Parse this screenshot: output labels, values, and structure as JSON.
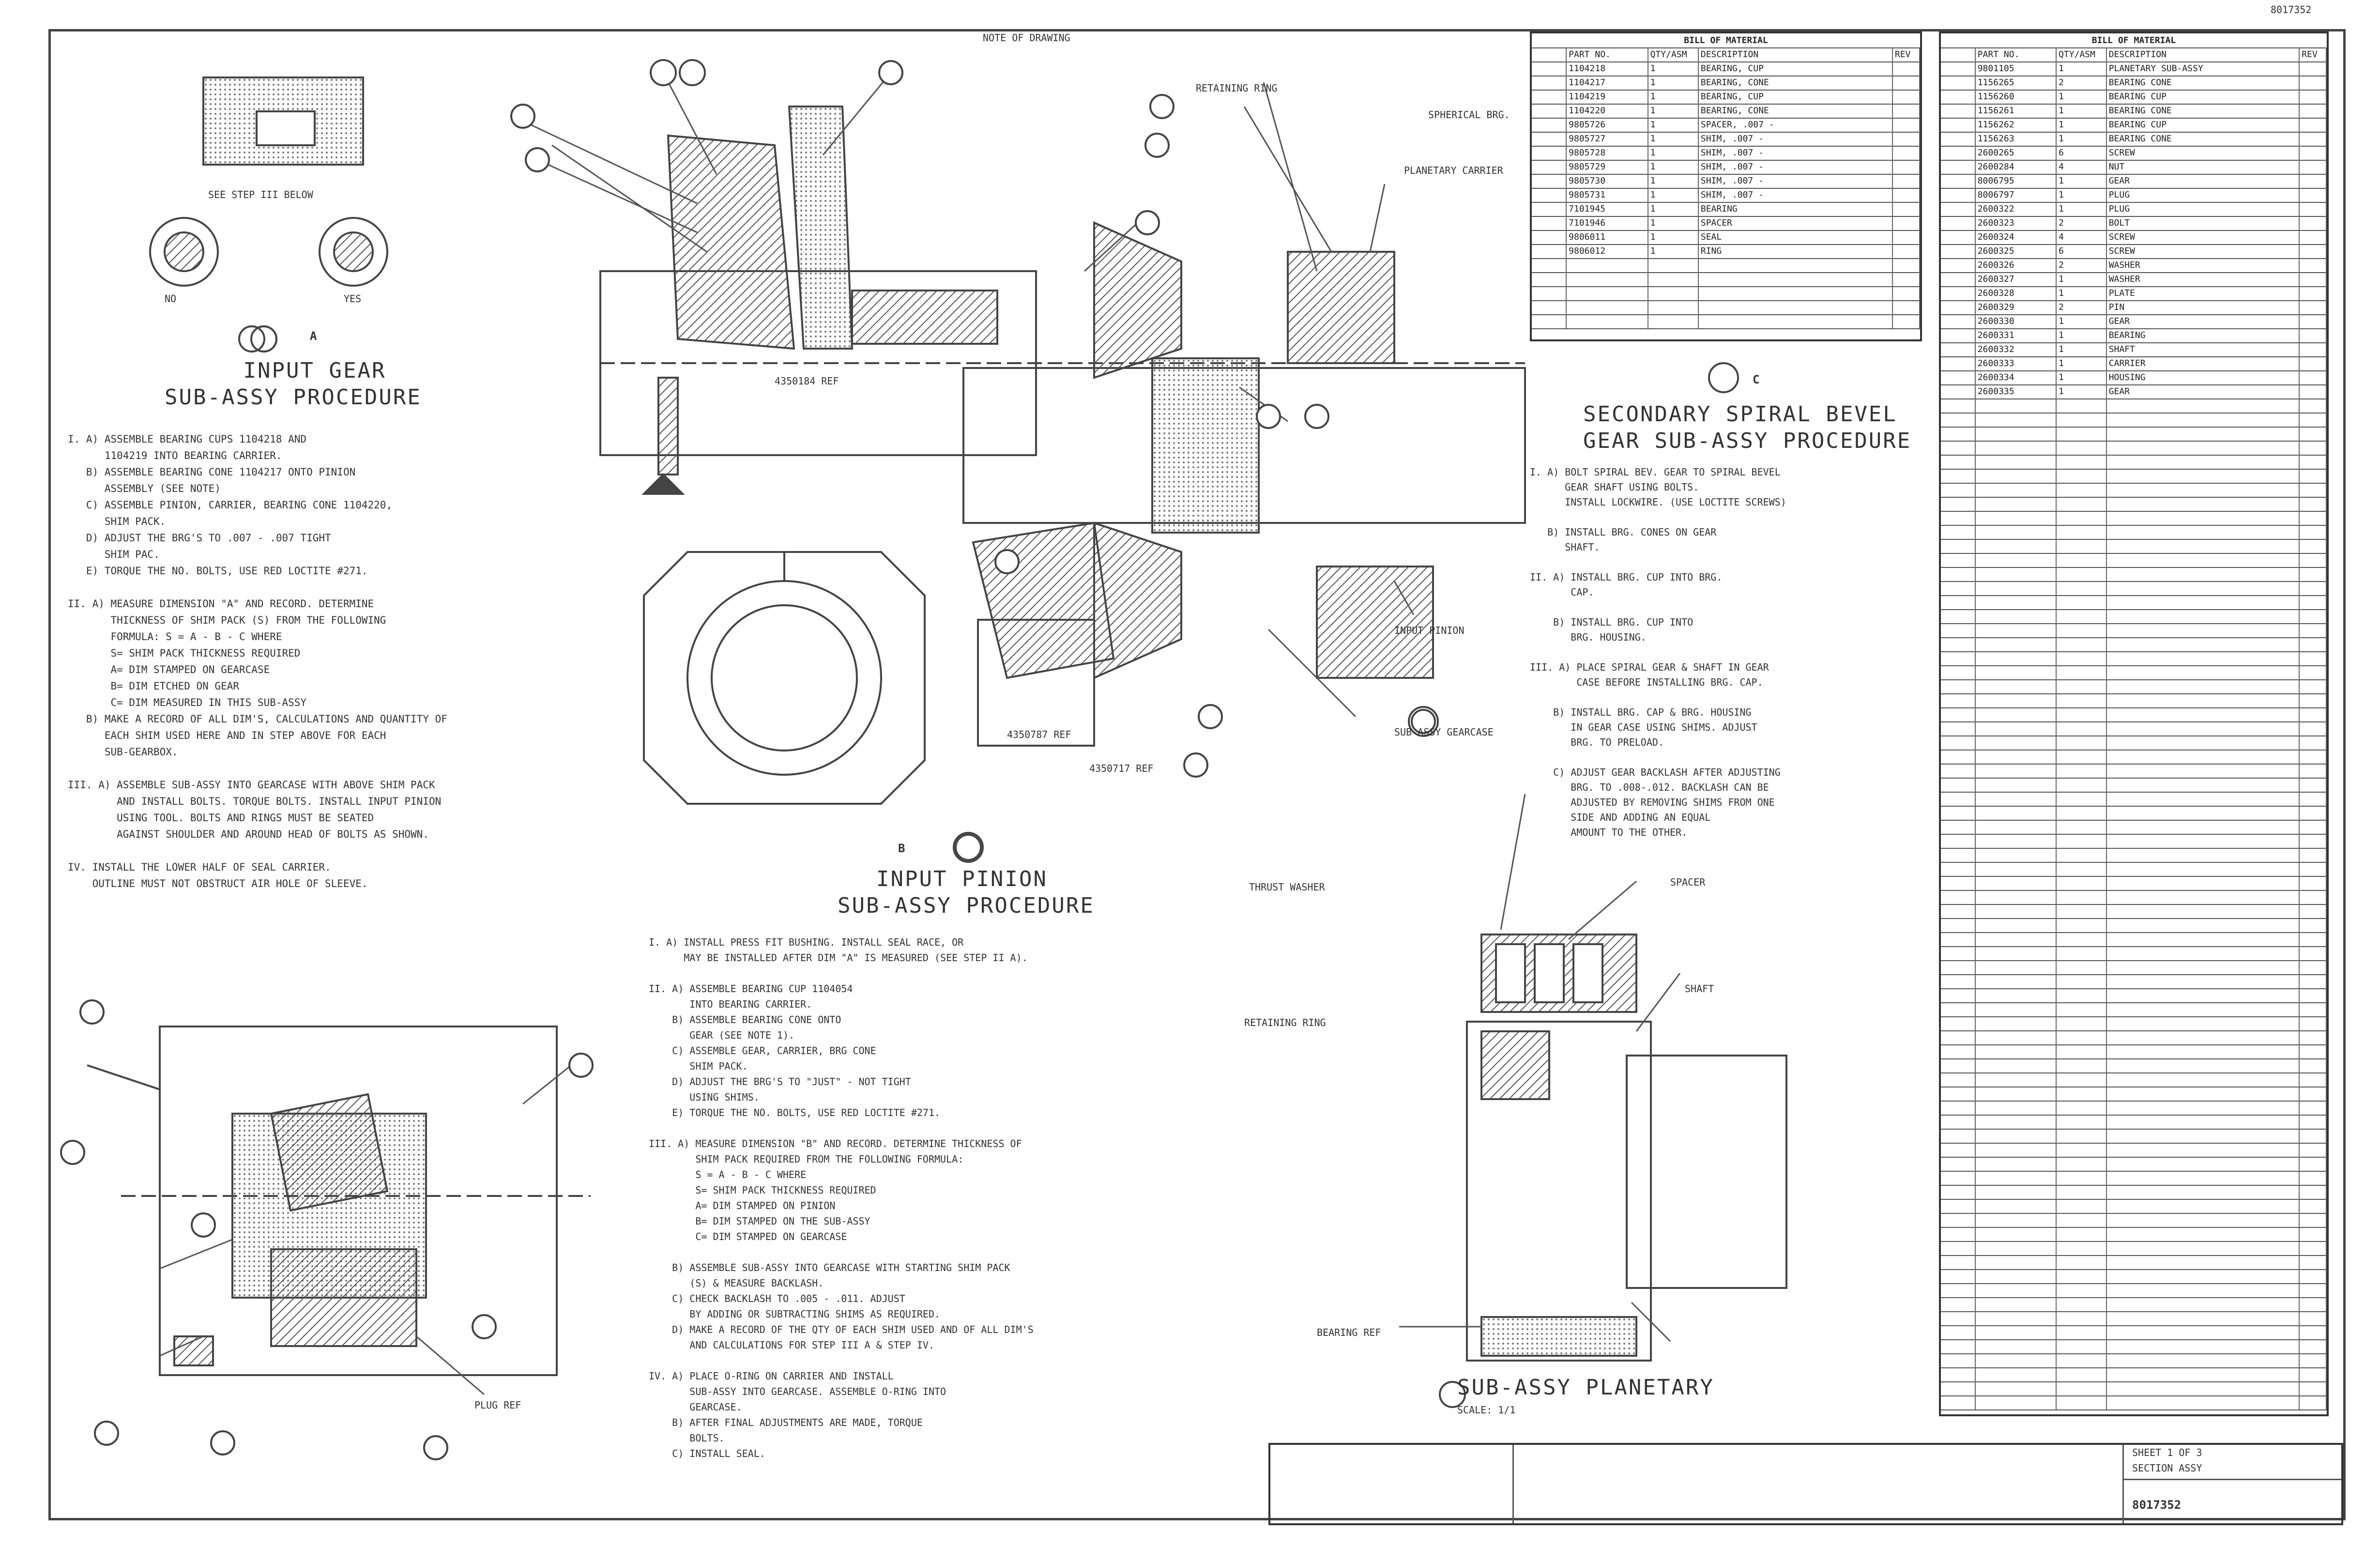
{
  "sheet_number": "8017352",
  "top_note": "NOTE OF DRAWING",
  "bom_title": "BILL OF MATERIAL",
  "bom_columns": [
    "PART NO.",
    "QTY/ASM",
    "DESCRIPTION",
    "REV"
  ],
  "bom_left_items": [
    {
      "part": "1104218",
      "qty": "1",
      "desc": "BEARING, CUP"
    },
    {
      "part": "1104217",
      "qty": "1",
      "desc": "BEARING, CONE"
    },
    {
      "part": "1104219",
      "qty": "1",
      "desc": "BEARING, CUP"
    },
    {
      "part": "1104220",
      "qty": "1",
      "desc": "BEARING, CONE"
    },
    {
      "part": "9805726",
      "qty": "1",
      "desc": "SPACER, .007 -"
    },
    {
      "part": "9805727",
      "qty": "1",
      "desc": "SHIM, .007 -"
    },
    {
      "part": "9805728",
      "qty": "1",
      "desc": "SHIM, .007 -"
    },
    {
      "part": "9805729",
      "qty": "1",
      "desc": "SHIM, .007 -"
    },
    {
      "part": "9805730",
      "qty": "1",
      "desc": "SHIM, .007 -"
    },
    {
      "part": "9805731",
      "qty": "1",
      "desc": "SHIM, .007 -"
    },
    {
      "part": "7101945",
      "qty": "1",
      "desc": "BEARING"
    },
    {
      "part": "7101946",
      "qty": "1",
      "desc": "SPACER"
    },
    {
      "part": "9806011",
      "qty": "1",
      "desc": "SEAL"
    },
    {
      "part": "9806012",
      "qty": "1",
      "desc": "RING"
    }
  ],
  "bom_right_items": [
    {
      "part": "9801105",
      "qty": "1",
      "desc": "PLANETARY SUB-ASSY"
    },
    {
      "part": "1156265",
      "qty": "2",
      "desc": "BEARING CONE"
    },
    {
      "part": "1156260",
      "qty": "1",
      "desc": "BEARING CUP"
    },
    {
      "part": "1156261",
      "qty": "1",
      "desc": "BEARING CONE"
    },
    {
      "part": "1156262",
      "qty": "1",
      "desc": "BEARING CUP"
    },
    {
      "part": "1156263",
      "qty": "1",
      "desc": "BEARING CONE"
    },
    {
      "part": "2600265",
      "qty": "6",
      "desc": "SCREW"
    },
    {
      "part": "2600284",
      "qty": "4",
      "desc": "NUT"
    },
    {
      "part": "8006795",
      "qty": "1",
      "desc": "GEAR"
    },
    {
      "part": "8006797",
      "qty": "1",
      "desc": "PLUG"
    },
    {
      "part": "2600322",
      "qty": "1",
      "desc": "PLUG"
    },
    {
      "part": "2600323",
      "qty": "2",
      "desc": "BOLT"
    },
    {
      "part": "2600324",
      "qty": "4",
      "desc": "SCREW"
    },
    {
      "part": "2600325",
      "qty": "6",
      "desc": "SCREW"
    },
    {
      "part": "2600326",
      "qty": "2",
      "desc": "WASHER"
    },
    {
      "part": "2600327",
      "qty": "1",
      "desc": "WASHER"
    },
    {
      "part": "2600328",
      "qty": "1",
      "desc": "PLATE"
    },
    {
      "part": "2600329",
      "qty": "2",
      "desc": "PIN"
    },
    {
      "part": "2600330",
      "qty": "1",
      "desc": "GEAR"
    },
    {
      "part": "2600331",
      "qty": "1",
      "desc": "BEARING"
    },
    {
      "part": "2600332",
      "qty": "1",
      "desc": "SHAFT"
    },
    {
      "part": "2600333",
      "qty": "1",
      "desc": "CARRIER"
    },
    {
      "part": "2600334",
      "qty": "1",
      "desc": "HOUSING"
    },
    {
      "part": "2600335",
      "qty": "1",
      "desc": "GEAR"
    }
  ],
  "procedures": {
    "input_gear": {
      "title_line1": "INPUT GEAR",
      "title_line2": "SUB-ASSY PROCEDURE",
      "lines": [
        "I. A) ASSEMBLE BEARING CUPS 1104218 AND",
        "      1104219 INTO BEARING CARRIER.",
        "   B) ASSEMBLE BEARING CONE 1104217 ONTO PINION",
        "      ASSEMBLY (SEE NOTE)",
        "   C) ASSEMBLE PINION, CARRIER, BEARING CONE 1104220,",
        "      SHIM PACK.",
        "   D) ADJUST THE BRG'S TO .007 - .007 TIGHT",
        "      SHIM PAC.",
        "   E) TORQUE THE NO. BOLTS, USE RED LOCTITE #271.",
        "",
        "II. A) MEASURE DIMENSION \"A\" AND RECORD. DETERMINE",
        "       THICKNESS OF SHIM PACK (S) FROM THE FOLLOWING",
        "       FORMULA: S = A - B - C WHERE",
        "       S= SHIM PACK THICKNESS REQUIRED",
        "       A= DIM STAMPED ON GEARCASE",
        "       B= DIM ETCHED ON GEAR",
        "       C= DIM MEASURED IN THIS SUB-ASSY",
        "   B) MAKE A RECORD OF ALL DIM'S, CALCULATIONS AND QUANTITY OF",
        "      EACH SHIM USED HERE AND IN STEP ABOVE FOR EACH",
        "      SUB-GEARBOX.",
        "",
        "III. A) ASSEMBLE SUB-ASSY INTO GEARCASE WITH ABOVE SHIM PACK",
        "        AND INSTALL BOLTS. TORQUE BOLTS. INSTALL INPUT PINION",
        "        USING TOOL. BOLTS AND RINGS MUST BE SEATED",
        "        AGAINST SHOULDER AND AROUND HEAD OF BOLTS AS SHOWN.",
        "",
        "IV. INSTALL THE LOWER HALF OF SEAL CARRIER.",
        "    OUTLINE MUST NOT OBSTRUCT AIR HOLE OF SLEEVE."
      ]
    },
    "input_pinion": {
      "title_line1": "INPUT PINION",
      "title_line2": "SUB-ASSY PROCEDURE",
      "lines": [
        "I. A) INSTALL PRESS FIT BUSHING. INSTALL SEAL RACE, OR",
        "      MAY BE INSTALLED AFTER DIM \"A\" IS MEASURED (SEE STEP II A).",
        "",
        "II. A) ASSEMBLE BEARING CUP 1104054",
        "       INTO BEARING CARRIER.",
        "    B) ASSEMBLE BEARING CONE ONTO",
        "       GEAR (SEE NOTE 1).",
        "    C) ASSEMBLE GEAR, CARRIER, BRG CONE",
        "       SHIM PACK.",
        "    D) ADJUST THE BRG'S TO \"JUST\" - NOT TIGHT",
        "       USING SHIMS.",
        "    E) TORQUE THE NO. BOLTS, USE RED LOCTITE #271.",
        "",
        "III. A) MEASURE DIMENSION \"B\" AND RECORD. DETERMINE THICKNESS OF",
        "        SHIM PACK REQUIRED FROM THE FOLLOWING FORMULA:",
        "        S = A - B - C WHERE",
        "        S= SHIM PACK THICKNESS REQUIRED",
        "        A= DIM STAMPED ON PINION",
        "        B= DIM STAMPED ON THE SUB-ASSY",
        "        C= DIM STAMPED ON GEARCASE",
        "",
        "    B) ASSEMBLE SUB-ASSY INTO GEARCASE WITH STARTING SHIM PACK",
        "       (S) & MEASURE BACKLASH.",
        "    C) CHECK BACKLASH TO .005 - .011. ADJUST",
        "       BY ADDING OR SUBTRACTING SHIMS AS REQUIRED.",
        "    D) MAKE A RECORD OF THE QTY OF EACH SHIM USED AND OF ALL DIM'S",
        "       AND CALCULATIONS FOR STEP III A & STEP IV.",
        "",
        "IV. A) PLACE O-RING ON CARRIER AND INSTALL",
        "       SUB-ASSY INTO GEARCASE. ASSEMBLE O-RING INTO",
        "       GEARCASE.",
        "    B) AFTER FINAL ADJUSTMENTS ARE MADE, TORQUE",
        "       BOLTS.",
        "    C) INSTALL SEAL."
      ]
    },
    "secondary_spiral": {
      "title_line1": "SECONDARY SPIRAL BEVEL",
      "title_line2": "GEAR SUB-ASSY PROCEDURE",
      "lines": [
        "I. A) BOLT SPIRAL BEV. GEAR TO SPIRAL BEVEL",
        "      GEAR SHAFT USING BOLTS.",
        "      INSTALL LOCKWIRE. (USE LOCTITE SCREWS)",
        "",
        "   B) INSTALL BRG. CONES ON GEAR",
        "      SHAFT.",
        "",
        "II. A) INSTALL BRG. CUP INTO BRG.",
        "       CAP.",
        "",
        "    B) INSTALL BRG. CUP INTO",
        "       BRG. HOUSING.",
        "",
        "III. A) PLACE SPIRAL GEAR & SHAFT IN GEAR",
        "        CASE BEFORE INSTALLING BRG. CAP.",
        "",
        "    B) INSTALL BRG. CAP & BRG. HOUSING",
        "       IN GEAR CASE USING SHIMS. ADJUST",
        "       BRG. TO PRELOAD.",
        "",
        "    C) ADJUST GEAR BACKLASH AFTER ADJUSTING",
        "       BRG. TO .008-.012. BACKLASH CAN BE",
        "       ADJUSTED BY REMOVING SHIMS FROM ONE",
        "       SIDE AND ADDING AN EQUAL",
        "       AMOUNT TO THE OTHER."
      ]
    }
  },
  "view_labels": {
    "view_a_letter": "A",
    "view_b_letter": "B",
    "view_c_letter": "C",
    "planetary_title": "SUB-ASSY PLANETARY",
    "planetary_sub": "SCALE: 1/1",
    "note_below": "SEE STEP III BELOW",
    "label_no": "NO",
    "label_yes": "YES"
  },
  "callouts": {
    "retaining_ring": "RETAINING RING",
    "spherical_brg": "SPHERICAL BRG.",
    "planetary_carrier": "PLANETARY CARRIER",
    "ref_4350": "4350184 REF",
    "input_pinion": "INPUT PINION",
    "sub_assy_gearcase": "SUB-ASSY GEARCASE",
    "gear_ref": "4350787 REF",
    "ref_2": "4350717 REF",
    "spacer": "SPACER",
    "shaft": "SHAFT",
    "retaining_ring2": "RETAINING RING",
    "thrust_washer": "THRUST WASHER",
    "bearing_ref": "BEARING REF",
    "plug_ref": "PLUG REF"
  },
  "title_block": {
    "caption": "SHEET 1 OF 3",
    "company": "SECTION ASSY",
    "dwg_no": "8017352"
  }
}
